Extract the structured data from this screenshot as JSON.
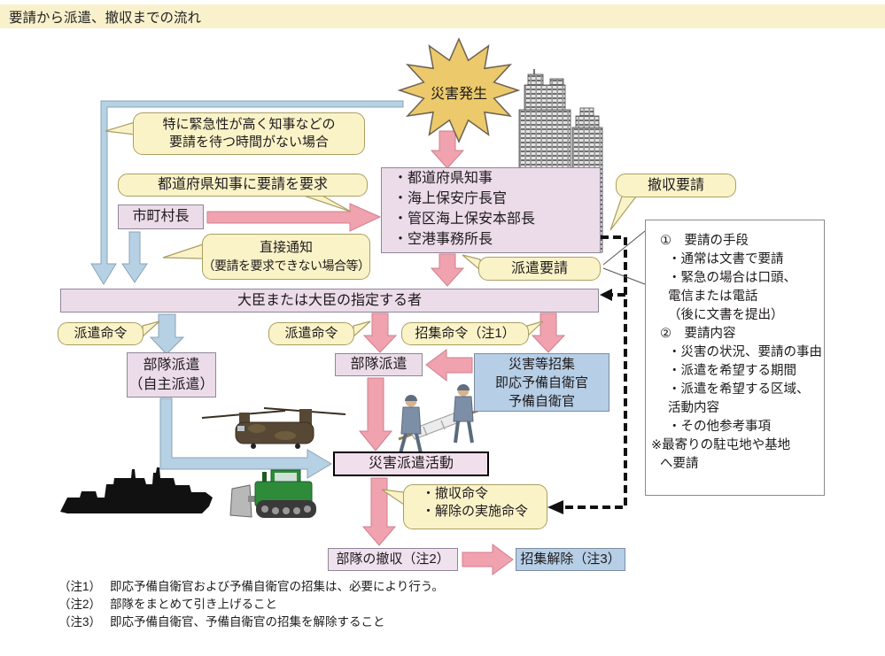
{
  "title": "要請から派遣、撤収までの流れ",
  "starburst": {
    "label": "災害発生"
  },
  "boxes": {
    "requesters": {
      "lines": [
        "・都道府県知事",
        "・海上保安庁長官",
        "・管区海上保安本部長",
        "・空港事務所長"
      ]
    },
    "mayor": {
      "label": "市町村長"
    },
    "minister": {
      "label": "大臣または大臣の指定する者"
    },
    "unit_dispatch_voluntary": {
      "line1": "部隊派遣",
      "line2": "（自主派遣）"
    },
    "unit_dispatch": {
      "label": "部隊派遣"
    },
    "disaster_callup": {
      "lines": [
        "災害等招集",
        "即応予備自衛官",
        "予備自衛官"
      ]
    },
    "dispatch_activity": {
      "label": "災害派遣活動"
    },
    "unit_withdrawal": {
      "label": "部隊の撤収（注2）"
    },
    "callup_release": {
      "label": "招集解除（注3）"
    }
  },
  "bubbles": {
    "urgent": {
      "line1": "特に緊急性が高く知事などの",
      "line2": "要請を待つ時間がない場合"
    },
    "request_demand": {
      "label": "都道府県知事に要請を要求"
    },
    "direct_notice": {
      "line1": "直接通知",
      "line2": "（要請を要求できない場合等）"
    },
    "withdrawal_request": {
      "label": "撤収要請"
    },
    "dispatch_request": {
      "label": "派遣要請"
    },
    "dispatch_order_left": {
      "label": "派遣命令"
    },
    "dispatch_order_mid": {
      "label": "派遣命令"
    },
    "callup_order": {
      "label": "招集命令（注1）"
    },
    "withdrawal_order": {
      "line1": "・撤収命令",
      "line2": "・解除の実施命令"
    }
  },
  "info_box": {
    "lines": [
      "①　要請の手段",
      "・通常は文書で要請",
      "・緊急の場合は口頭、",
      "電信または電話",
      "（後に文書を提出）",
      "②　要請内容",
      "・災害の状況、要請の事由",
      "・派遣を希望する期間",
      "・派遣を希望する区域、",
      "活動内容",
      "・その他参考事項",
      "※最寄りの駐屯地や基地",
      "へ要請"
    ]
  },
  "notes": [
    {
      "label": "（注1）",
      "text": "即応予備自衛官および予備自衛官の招集は、必要により行う。"
    },
    {
      "label": "（注2）",
      "text": "部隊をまとめて引き上げること"
    },
    {
      "label": "（注3）",
      "text": "即応予備自衛官、予備自衛官の招集を解除すること"
    }
  ],
  "colors": {
    "title_bar_bg": "#f9f1cc",
    "bubble_bg": "#fbf3c8",
    "pink_box_bg": "#ecdcea",
    "blue_box_bg": "#b6cee6",
    "pink_arrow": "#f0a2ae",
    "blue_arrow": "#b6d0e4",
    "starburst": "#ecc96b",
    "dashed_line": "#111111"
  },
  "illustrations": {
    "buildings": "government-buildings",
    "helicopter": "transport-helicopter",
    "ship": "naval-vessel",
    "bulldozer": "bulldozer",
    "stretcher_team": "stretcher-rescue-team"
  }
}
